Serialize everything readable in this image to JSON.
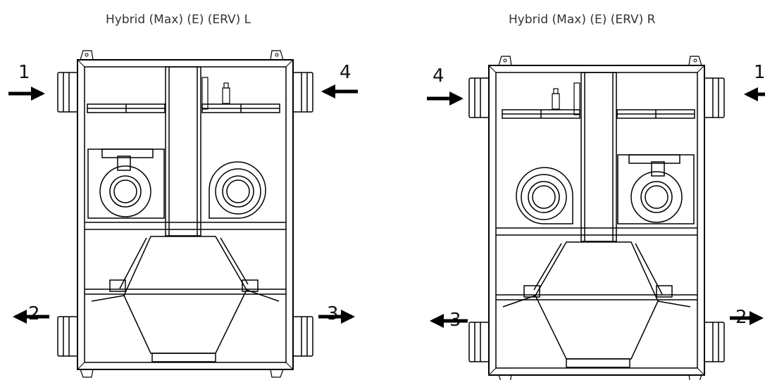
{
  "units": [
    {
      "title": "Hybrid (Max) (E) (ERV) L",
      "ports": [
        {
          "number": "1",
          "flow": "in"
        },
        {
          "number": "4",
          "flow": "in"
        },
        {
          "number": "2",
          "flow": "out"
        },
        {
          "number": "3",
          "flow": "out"
        }
      ]
    },
    {
      "title": "Hybrid (Max) (E) (ERV) R",
      "ports": [
        {
          "number": "4",
          "flow": "in"
        },
        {
          "number": "1",
          "flow": "in"
        },
        {
          "number": "3",
          "flow": "out"
        },
        {
          "number": "2",
          "flow": "out"
        }
      ]
    }
  ],
  "colors": {
    "line": "#000000",
    "text": "#111111",
    "title": "#333333"
  }
}
